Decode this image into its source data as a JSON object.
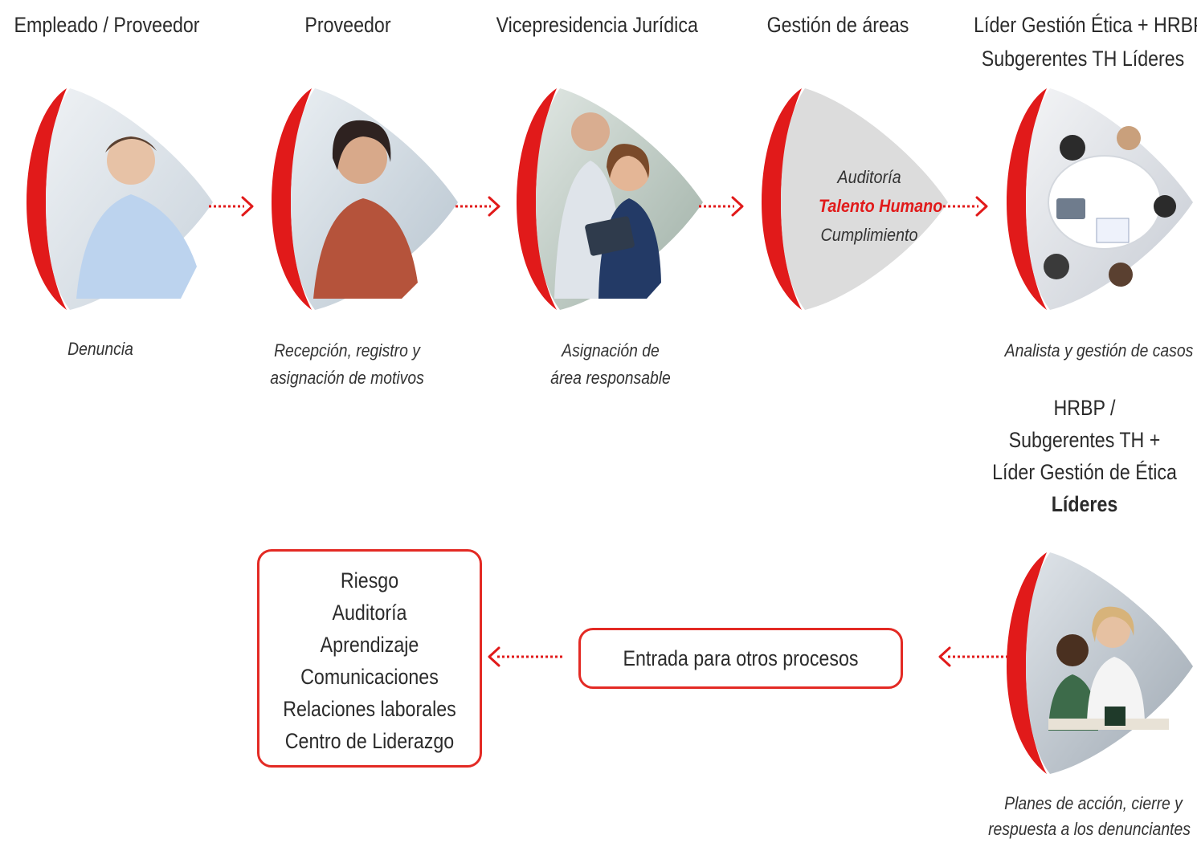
{
  "headers": [
    "Empleado / Proveedor",
    "Proveedor",
    "Vicepresidencia Jurídica",
    "Gestión de áreas",
    "Líder Gestión Ética + HRBP",
    "Subgerentes TH Líderes"
  ],
  "captions": {
    "denuncia": "Denuncia",
    "recepcion_1": "Recepción, registro y",
    "recepcion_2": "asignación de motivos",
    "asignacion_1": "Asignación de",
    "asignacion_2": "área responsable",
    "analista": "Analista y gestión de casos",
    "planes_1": "Planes de acción, cierre y",
    "planes_2": "respuesta a los denunciantes"
  },
  "gestion_node": {
    "line1": "Auditoría",
    "line2": "Talento Humano",
    "line3": "Cumplimiento"
  },
  "roles": {
    "line1": "HRBP /",
    "line2": "Subgerentes TH +",
    "line3": "Líder Gestión de Ética",
    "line4": "Líderes"
  },
  "entrada_box": "Entrada para otros procesos",
  "outputs": [
    "Riesgo",
    "Auditoría",
    "Aprendizaje",
    "Comunicaciones",
    "Relaciones laborales",
    "Centro de Liderazgo"
  ],
  "photos": [
    "man-on-phone-photo",
    "call-center-agent-photo",
    "colleagues-with-tablet-photo",
    "team-meeting-overhead-photo",
    "business-meeting-photo"
  ],
  "colors": {
    "accent_red": "#e11a1a",
    "border_red": "#e32a24",
    "node_gray": "#dcdcdc"
  }
}
